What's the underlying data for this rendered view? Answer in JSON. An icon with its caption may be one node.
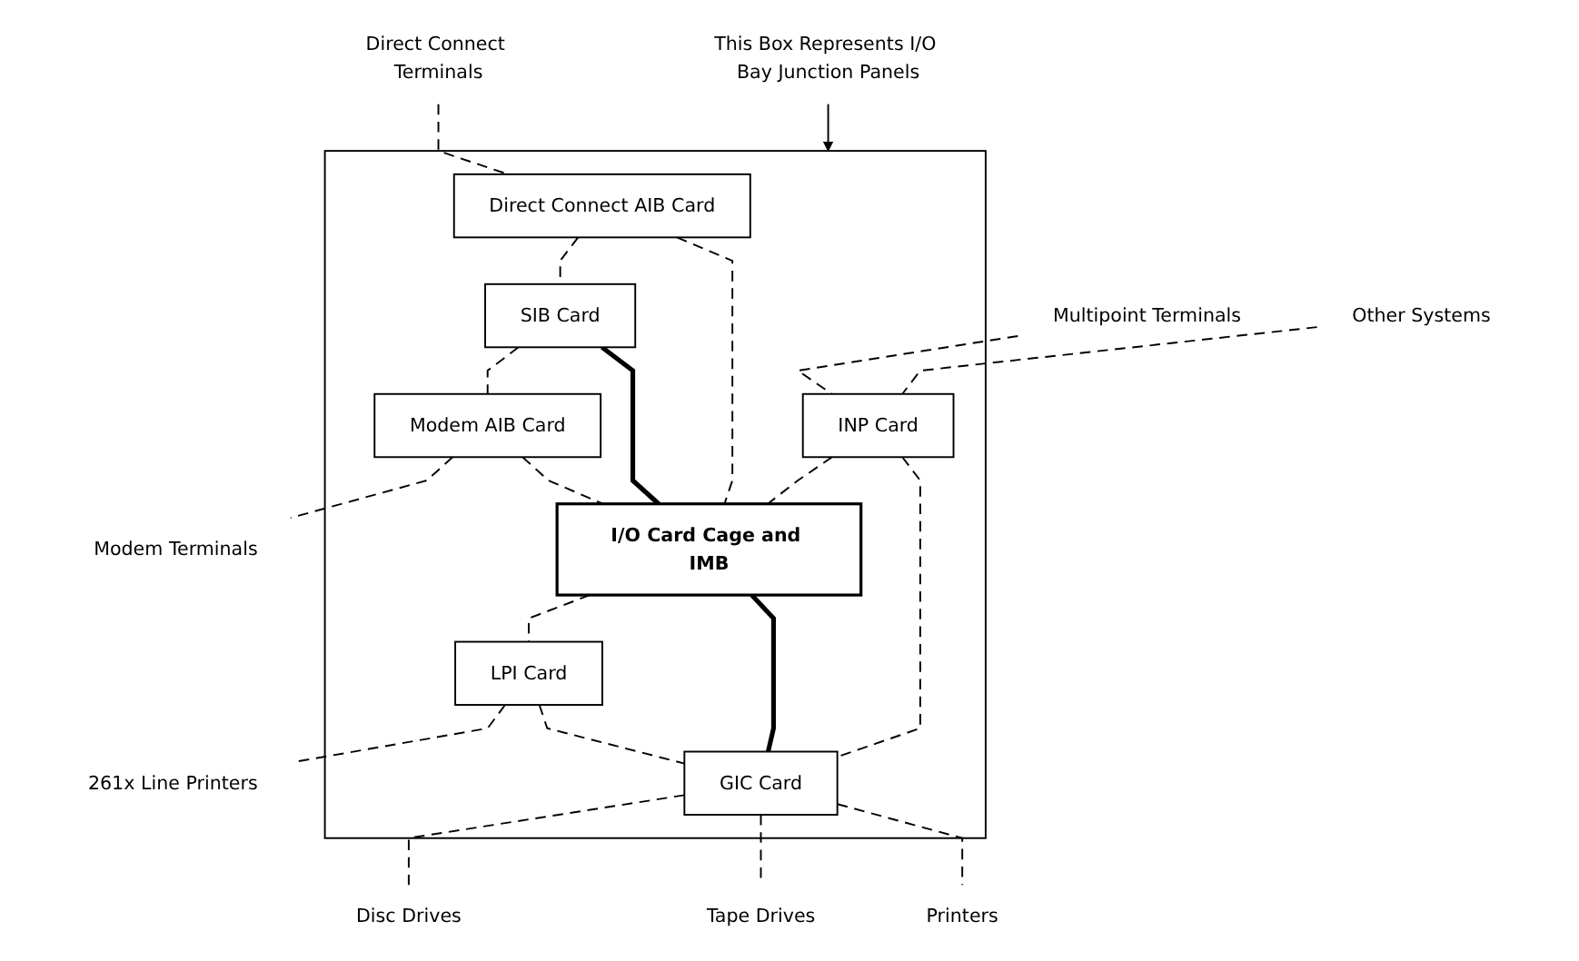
{
  "diagram": {
    "nodes": [
      {
        "text": [],
        "shape": "box"
      },
      {
        "text": [
          "Direct Connect AIB Card"
        ],
        "in": 0
      },
      {
        "text": [
          "SIB Card"
        ],
        "in": 0
      },
      {
        "text": [
          "Modem AIB Card"
        ],
        "in": 0
      },
      {
        "text": [
          "I/O Card Cage and IMB"
        ],
        "in": 0
      },
      {
        "text": [
          "INP Card"
        ],
        "in": 0
      },
      {
        "text": [
          "LPI Card"
        ],
        "in": 0
      },
      {
        "text": [
          "GIC Card"
        ],
        "in": 0
      },
      {
        "text": [
          "Direct Connect Terminals"
        ]
      },
      {
        "text": [
          "Modem Terminals"
        ]
      },
      {
        "text": [
          "Multipoint Terminals"
        ]
      },
      {
        "text": [
          "Other Systems"
        ]
      },
      {
        "text": [
          "261x Line Printers"
        ]
      },
      {
        "text": [
          "This Box Represents I/O Bay Junction Panels"
        ]
      },
      {
        "text": [
          "Disc Drives"
        ]
      },
      {
        "text": [
          "Tape Drives"
        ]
      },
      {
        "text": [
          "Printers"
        ]
      }
    ],
    "edges": [
      {
        "from": 8,
        "to": 1,
        "arrow": "none",
        "style": "dashed"
      },
      {
        "from": 1,
        "to": 2,
        "arrow": "none",
        "style": "dashed"
      },
      {
        "from": 2,
        "to": 3,
        "arrow": "none",
        "style": "dashed"
      },
      {
        "from": 3,
        "to": 9,
        "arrow": "none",
        "style": "dashed"
      },
      {
        "from": 2,
        "to": 4,
        "arrow": "none",
        "style": "thick"
      },
      {
        "from": 1,
        "to": 4,
        "arrow": "none",
        "style": "dashed"
      },
      {
        "from": 3,
        "to": 4,
        "arrow": "none",
        "style": "dashed"
      },
      {
        "from": 5,
        "to": 4,
        "arrow": "none",
        "style": "dashed"
      },
      {
        "from": 4,
        "to": 6,
        "arrow": "none",
        "style": "dashed"
      },
      {
        "from": 10,
        "to": 5,
        "arrow": "none",
        "style": "dashed"
      },
      {
        "from": 11,
        "to": 5,
        "arrow": "none",
        "style": "dashed"
      },
      {
        "from": 6,
        "to": 12,
        "arrow": "none",
        "style": "dashed"
      },
      {
        "from": 4,
        "to": 7,
        "arrow": "none",
        "style": "thick"
      },
      {
        "from": 5,
        "to": 7,
        "arrow": "none",
        "style": "dashed"
      },
      {
        "from": 6,
        "to": 7,
        "arrow": "none",
        "style": "dashed"
      },
      {
        "from": 7,
        "to": 14,
        "arrow": "none",
        "style": "dashed"
      },
      {
        "from": 7,
        "to": 15,
        "arrow": "none",
        "style": "dashed"
      },
      {
        "from": 7,
        "to": 16,
        "arrow": "none",
        "style": "dashed"
      },
      {
        "from": 13,
        "to": 0,
        "arrow": "to"
      }
    ]
  }
}
